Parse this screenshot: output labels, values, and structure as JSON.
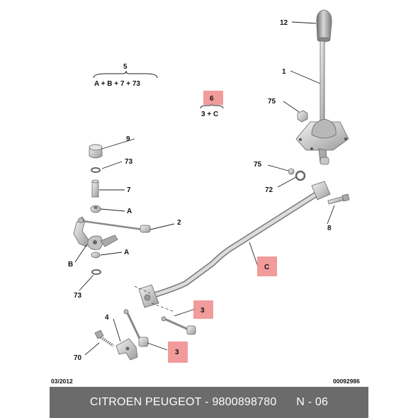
{
  "labels": {
    "l12": "12",
    "l1": "1",
    "l75a": "75",
    "l5": "5",
    "l5formula": "A + B + 7 + 73",
    "l6": "6",
    "l6formula": "3 + C",
    "l9": "9",
    "l73a": "73",
    "l7": "7",
    "lA1": "A",
    "l2": "2",
    "lB": "B",
    "lA2": "A",
    "l73b": "73",
    "l75b": "75",
    "l72": "72",
    "l8": "8",
    "lC": "C",
    "l3a": "3",
    "l4": "4",
    "l70": "70",
    "l3b": "3"
  },
  "date_code": "03/2012",
  "ref_code": "00092986",
  "footer": {
    "brand": "CITROEN PEUGEOT",
    "separator": " - ",
    "part_number": "9800898780",
    "page": "N - 06"
  },
  "colors": {
    "callout": "#f08a8a",
    "footer_bg": "#6b6b6b",
    "metal": "#c8c8c8"
  }
}
